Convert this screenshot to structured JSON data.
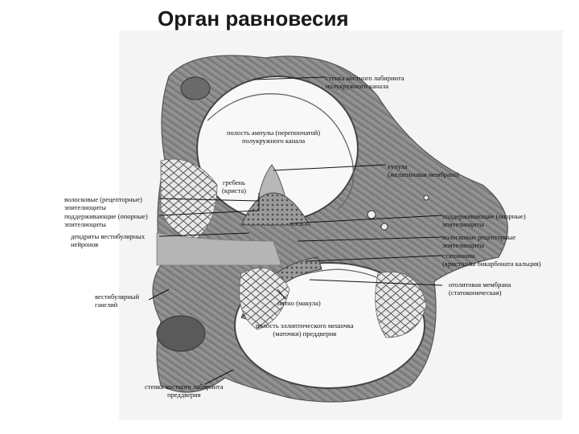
{
  "title": "Орган равновесия",
  "labels": {
    "bony_wall_canal": "стенка костного лабиринта\nполукружного канала",
    "ampulla_cavity": "полость ампулы (перепончатой)\nполукружного канала",
    "cupula": "купула\n(желатиновая мембрана)",
    "crest": "гребень\n(криста)",
    "hair_cells_left": "волосковые (рецепторные)\nэпителиоциты",
    "supporting_left": "поддерживающие (опорные)\nэпителиоциты",
    "dendrites": "дендриты вестибулярных\nнейронов",
    "supporting_right": "поддерживающие (опорные)\nэпителиоциты",
    "hair_cells_right": "волосковые рецепторные\nэпителиоциты",
    "statoconia": "статоконии\n(кристаллы бикарбоната кальция)",
    "otolith_membrane": "отолитовая мембрана\n(статоконическая)",
    "macula": "пятно (макула)",
    "utricle_cavity": "полость эллиптического мешочка\n(маточки) преддверия",
    "ganglion": "вестибулярный\nганглий",
    "bony_wall_vestibule": "стенка костного лабиринта\nпреддверия"
  }
}
